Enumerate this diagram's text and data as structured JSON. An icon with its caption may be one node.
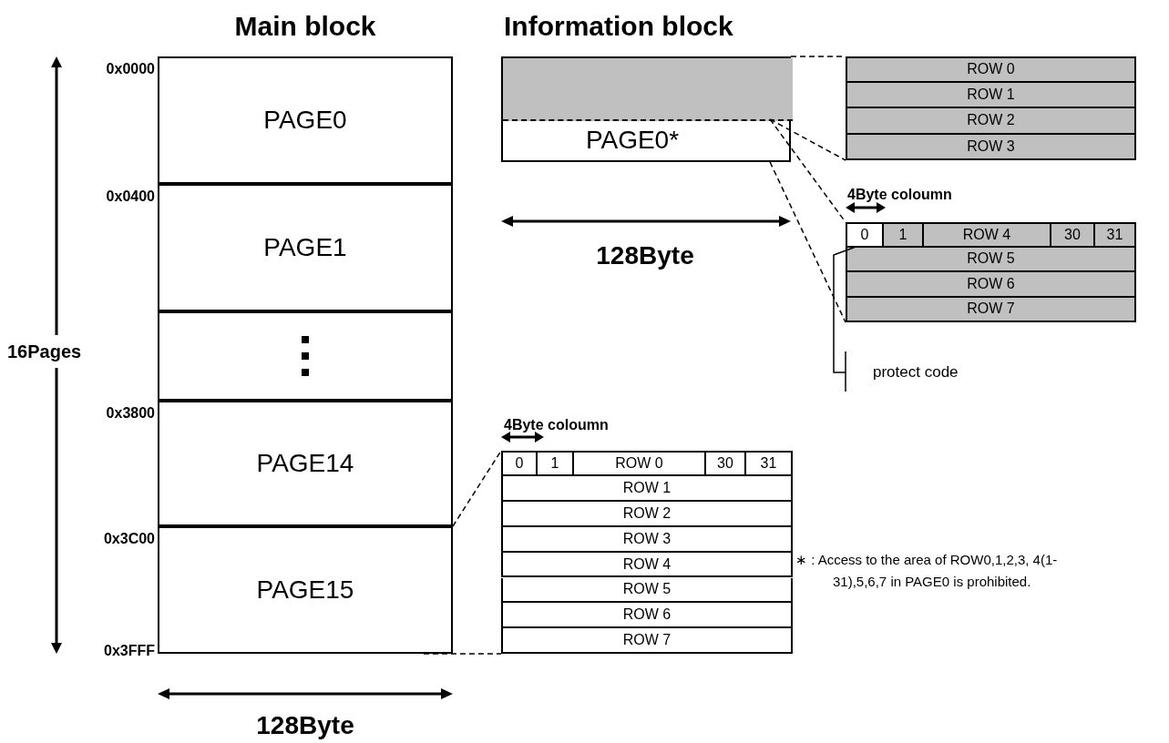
{
  "diagram": {
    "nodes": [
      {
        "text": [
          "PAGE0"
        ]
      },
      {
        "text": [
          "PAGE1"
        ]
      },
      {
        "text": [],
        "shape": "box"
      },
      {
        "text": [
          "PAGE14"
        ]
      },
      {
        "text": [
          "PAGE15"
        ]
      },
      {
        "text": [
          "PAGE0*"
        ]
      },
      {
        "text": [],
        "shape": "box",
        "in": 5
      },
      {
        "text": [],
        "shape": "box"
      },
      {
        "text": [
          "ROW 0"
        ],
        "in": 7
      },
      {
        "text": [
          "ROW 1"
        ],
        "in": 7
      },
      {
        "text": [
          "ROW 2"
        ],
        "in": 7
      },
      {
        "text": [
          "ROW 3"
        ],
        "in": 7
      },
      {
        "text": [],
        "shape": "box"
      },
      {
        "text": [
          "0"
        ],
        "in": 12
      },
      {
        "text": [
          "1"
        ],
        "in": 12
      },
      {
        "text": [
          "ROW 4"
        ],
        "in": 12
      },
      {
        "text": [
          "30"
        ],
        "in": 12
      },
      {
        "text": [
          "31"
        ],
        "in": 12
      },
      {
        "text": [
          "ROW 5"
        ],
        "in": 12
      },
      {
        "text": [
          "ROW 6"
        ],
        "in": 12
      },
      {
        "text": [
          "ROW 7"
        ],
        "in": 12
      },
      {
        "text": [
          "protect code"
        ]
      },
      {
        "text": [],
        "shape": "box"
      },
      {
        "text": [
          "0"
        ],
        "in": 22
      },
      {
        "text": [
          "1"
        ],
        "in": 22
      },
      {
        "text": [
          "ROW 0"
        ],
        "in": 22
      },
      {
        "text": [
          "30"
        ],
        "in": 22
      },
      {
        "text": [
          "31"
        ],
        "in": 22
      },
      {
        "text": [
          "ROW 1"
        ],
        "in": 22
      },
      {
        "text": [
          "ROW 2"
        ],
        "in": 22
      },
      {
        "text": [
          "ROW 3"
        ],
        "in": 22
      },
      {
        "text": [
          "ROW 4"
        ],
        "in": 22
      },
      {
        "text": [
          "ROW 5"
        ],
        "in": 22
      },
      {
        "text": [
          "ROW 6"
        ],
        "in": 22
      },
      {
        "text": [
          "ROW 7"
        ],
        "in": 22
      }
    ],
    "edges": [
      {
        "from": 6,
        "to": 7,
        "arrow": "none",
        "style": "dashed"
      },
      {
        "from": 6,
        "to": 7,
        "arrow": "none",
        "style": "dashed"
      },
      {
        "from": 6,
        "to": 12,
        "arrow": "none",
        "style": "dashed"
      },
      {
        "from": 5,
        "to": 12,
        "arrow": "none",
        "style": "dashed"
      },
      {
        "from": 21,
        "to": 13,
        "arrow": "none"
      },
      {
        "from": 4,
        "to": 22,
        "arrow": "none",
        "style": "dashed"
      },
      {
        "from": 4,
        "to": 22,
        "arrow": "none",
        "style": "dashed"
      }
    ],
    "labels": [
      "Main block",
      "Information block",
      "0x0000",
      "0x0400",
      "128Byte",
      "4Byte coloumn",
      "16Pages",
      "0x3800",
      "4Byte coloumn",
      "0x3C00",
      "∗ : Access to the area of ROW0,1,2,3, 4(1-31),5,6,7 in PAGE0 is prohibited.",
      "0x3FFF",
      "128Byte"
    ]
  }
}
